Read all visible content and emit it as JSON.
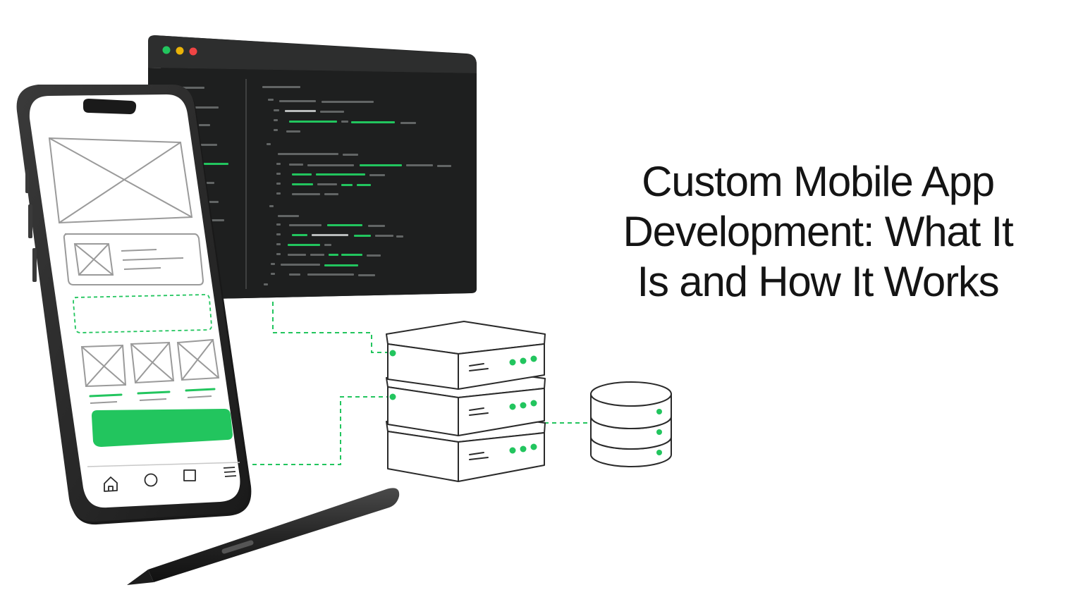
{
  "headline": {
    "line1": "Custom Mobile App",
    "line2": "Development: What It",
    "line3": "Is and How It Works"
  },
  "colors": {
    "accent": "#22c55e",
    "window": "#1e1f1f",
    "window_bar": "#2b2c2c",
    "phone_body": "#2a2a2a",
    "outline": "#2a2a2a",
    "code_gray": "#6b6e6e"
  },
  "icons": {
    "phone_nav": [
      "home-icon",
      "circle-icon",
      "square-icon",
      "menu-icon"
    ],
    "window_controls": [
      "green-dot",
      "yellow-dot",
      "red-dot"
    ]
  }
}
